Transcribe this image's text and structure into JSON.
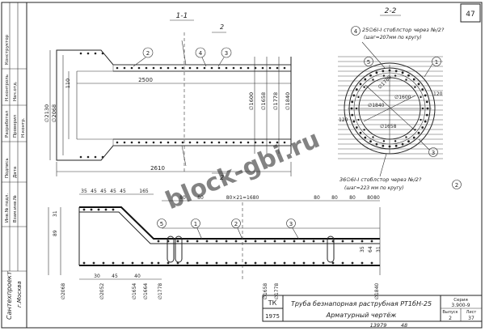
{
  "sheet_number": "47",
  "section_1_1": "1-1",
  "section_2_2": "2-2",
  "cut_mark": "2",
  "callouts": [
    "2",
    "4",
    "3",
    "1",
    "5"
  ],
  "top_view_dims": {
    "left_offset": "110",
    "length_inner": "2500",
    "length_total": "2610",
    "d_outer_left": "∅2130",
    "d_inner_left": "∅2068",
    "d1": "∅1600",
    "d2": "∅1658",
    "d3": "∅1778",
    "d4": "∅1840"
  },
  "section_note_top": "25∅6Ⅰ-Ⅰ стоблстор через №/2?",
  "section_note_top_sub": "(шаг=207мм по кругу)",
  "section_note_bottom": "36∅6Ⅰ-Ⅰ стоблстор через №/2?",
  "section_note_bottom_sub": "(шаг=223 мм по кругу)",
  "circle_dims": [
    "∅1780",
    "∅1600",
    "∅1840",
    "∅1658",
    "120",
    "120"
  ],
  "bottom_view_dims": {
    "top_row": [
      "35",
      "45",
      "45",
      "45",
      "45",
      "165"
    ],
    "mid_row": [
      "80",
      "80",
      "80",
      "80",
      "80×21=1680",
      "80",
      "80",
      "80"
    ],
    "bottom_row": [
      "30",
      "45",
      "40"
    ],
    "left_vertical": [
      "31",
      "89"
    ],
    "diameters": [
      "∅2068",
      "∅2052",
      "∅1654",
      "∅1664",
      "∅1778",
      "∅1658",
      "∅1778",
      "∅1840"
    ],
    "right_vertical": [
      "35",
      "64",
      "31"
    ]
  },
  "left_strip": [
    "Конструктор",
    "Н.контроль",
    "Нач.отд.",
    "Разработал",
    "Проверил",
    "Н.контр.",
    "Подпись",
    "Дата",
    "Сантехпроект",
    "г.Москва",
    "Инв.№ подл.",
    "Взам.инв.№"
  ],
  "title_block": {
    "tk_label": "ТК",
    "year": "1975",
    "title_line1": "Труба безнапорная раструбная РТ1бН-25",
    "title_line2": "Арматурный чертёж",
    "series_label": "Серия",
    "series_value": "3.900-9",
    "issue_label": "Выпуск",
    "issue_value": "2",
    "sheet_label": "Лист",
    "sheet_value": "37",
    "bottom_code": "13979",
    "bottom_num": "48"
  },
  "watermark": "block-gbi.ru"
}
